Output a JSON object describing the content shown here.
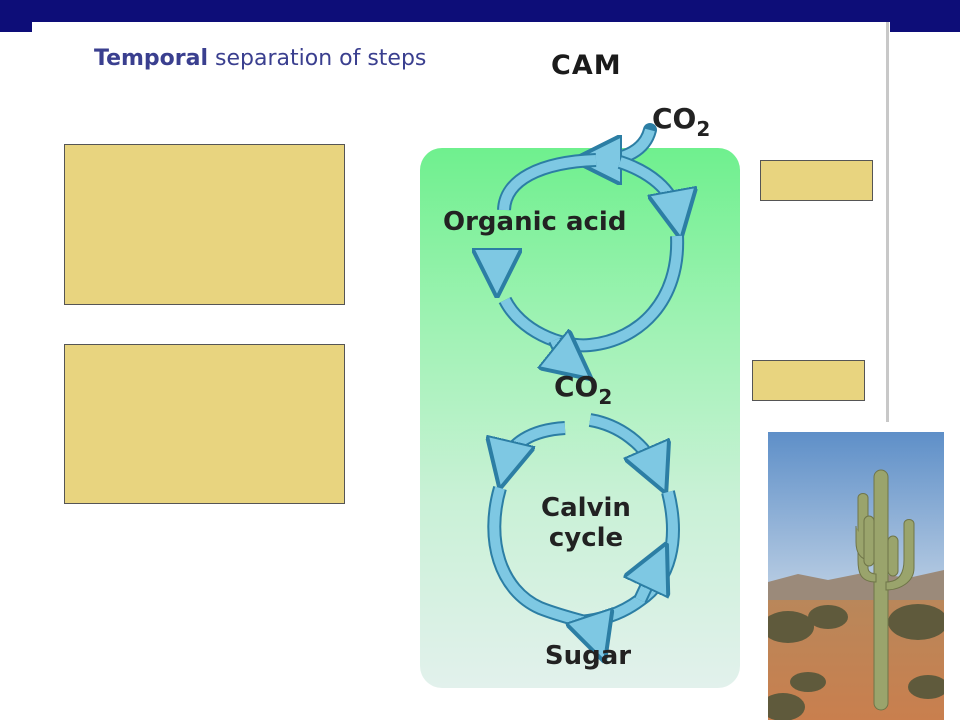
{
  "slide": {
    "title_bold": "Temporal",
    "title_rest": " separation of steps"
  },
  "diagram": {
    "title": "CAM",
    "co2_top": "CO",
    "co2_top_sub": "2",
    "organic_acid": "Organic acid",
    "co2_mid": "CO",
    "co2_mid_sub": "2",
    "calvin_line1": "Calvin",
    "calvin_line2": "cycle",
    "sugar": "Sugar"
  },
  "colors": {
    "header_bar": "#0d0d78",
    "title_text": "#3a3f8f",
    "note_box_fill": "#e8d47f",
    "arrow_fill": "#7ec8e3",
    "arrow_stroke": "#2c7ea4"
  },
  "photo": {
    "subject": "saguaro cactus in desert"
  }
}
